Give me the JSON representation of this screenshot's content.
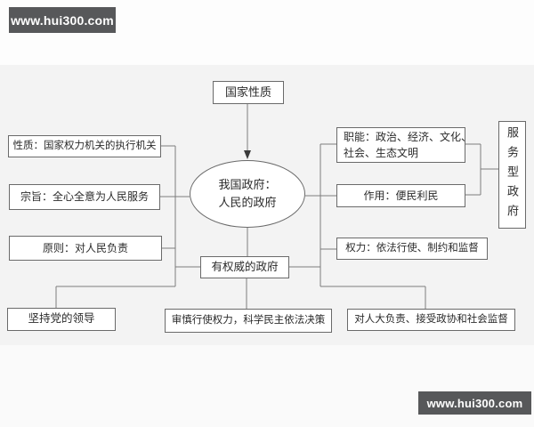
{
  "watermark": {
    "top_left": "www.hui300.com",
    "bottom_right": "www.hui300.com"
  },
  "colors": {
    "watermark_bg": "#57585a",
    "watermark_text": "#ffffff",
    "box_border": "#6a6a6a",
    "connector_line": "#7d7d7d",
    "arrowhead": "#3a3a3a",
    "text": "#2b2b2b",
    "canvas_bg": "#f3f3f3"
  },
  "nodes": {
    "national_nature": "国家性质",
    "root_line1": "我国政府：",
    "root_line2": "人民的政府",
    "nature": "性质：国家权力机关的执行机关",
    "purpose": "宗旨：全心全意为人民服务",
    "principle": "原则：对人民负责",
    "party_leadership": "坚持党的领导",
    "authoritative_gov": "有权威的政府",
    "prudent_power": "审慎行使权力，科学民主依法决策",
    "functions_line1": "职能：政治、经济、文化、",
    "functions_line2": "社会、生态文明",
    "role": "作用：便民利民",
    "power": "权力：依法行使、制约和监督",
    "accountability": "对人大负责、接受政协和社会监督",
    "service_gov": "服务型政府"
  }
}
